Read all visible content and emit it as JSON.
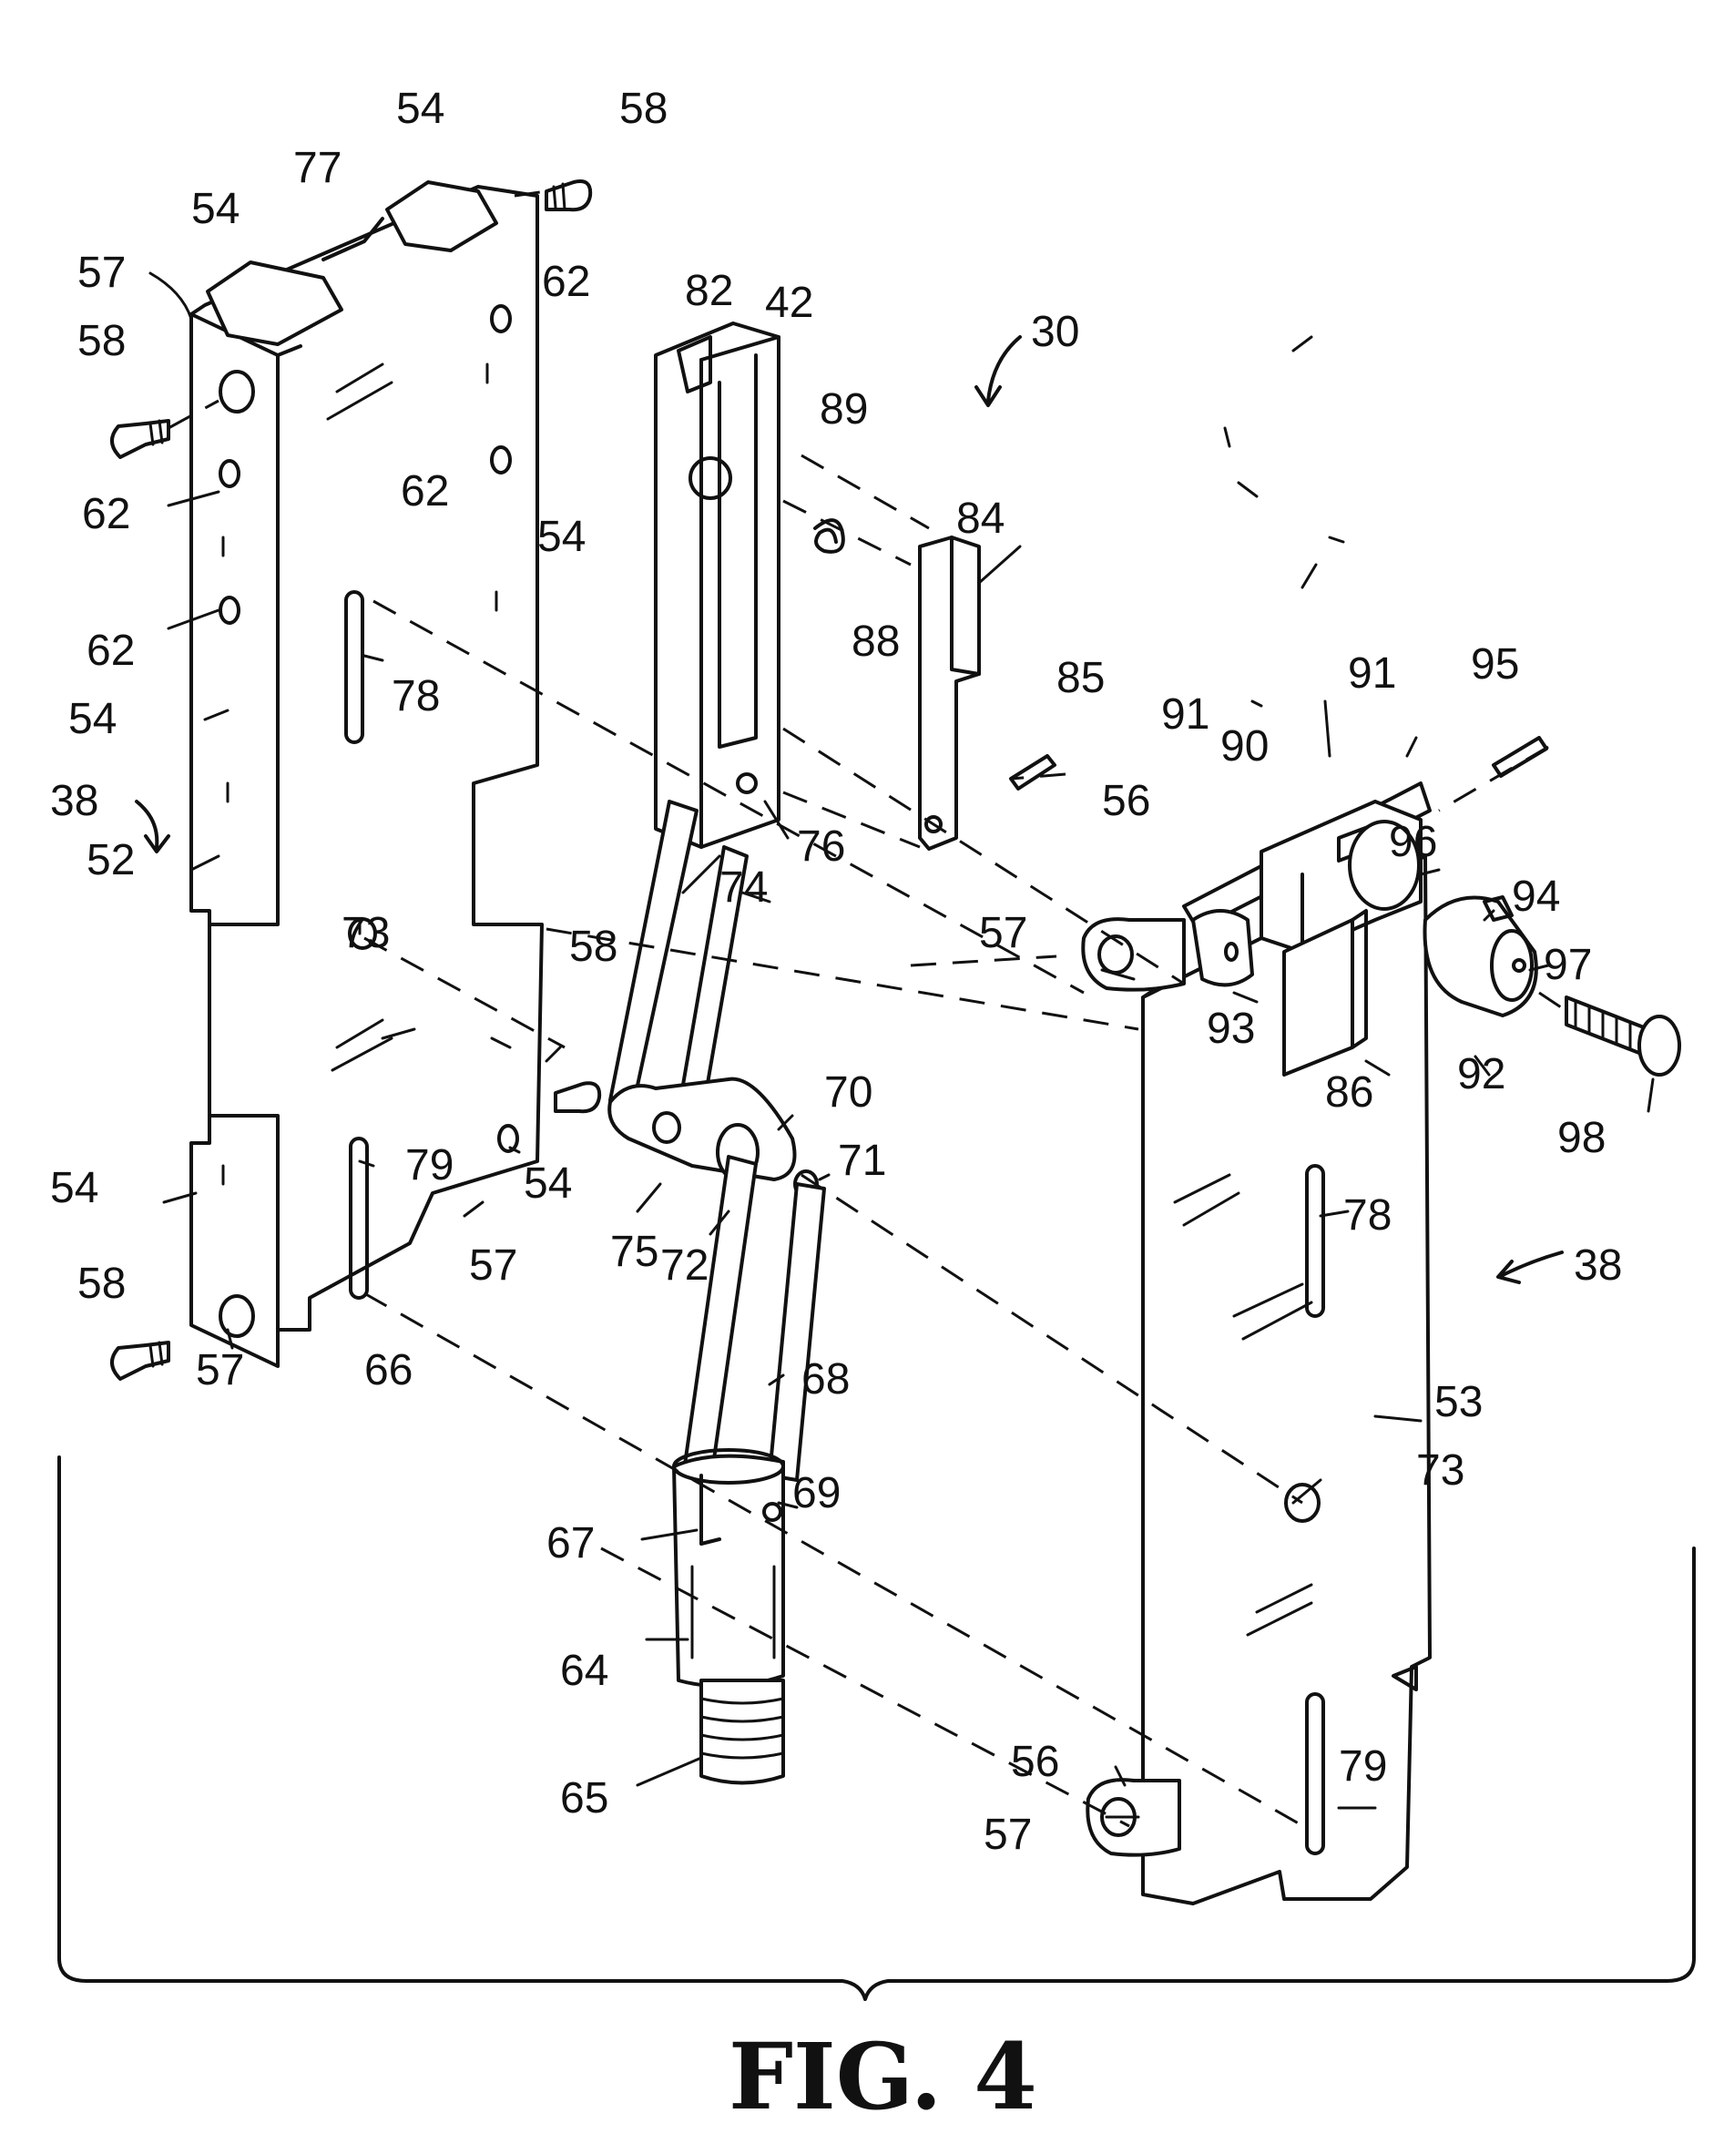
{
  "figure": {
    "caption": "FIG. 4",
    "reference_numerals": [
      "54",
      "58",
      "77",
      "54",
      "57",
      "58",
      "62",
      "82",
      "42",
      "30",
      "62",
      "89",
      "62",
      "84",
      "62",
      "88",
      "54",
      "54",
      "78",
      "85",
      "95",
      "38",
      "91",
      "91",
      "56",
      "90",
      "96",
      "52",
      "76",
      "57",
      "74",
      "73",
      "94",
      "97",
      "58",
      "93",
      "92",
      "86",
      "98",
      "70",
      "71",
      "79",
      "54",
      "75",
      "72",
      "57",
      "78",
      "38",
      "54",
      "66",
      "58",
      "57",
      "68",
      "53",
      "69",
      "73",
      "67",
      "64",
      "65",
      "56",
      "79",
      "57"
    ]
  }
}
